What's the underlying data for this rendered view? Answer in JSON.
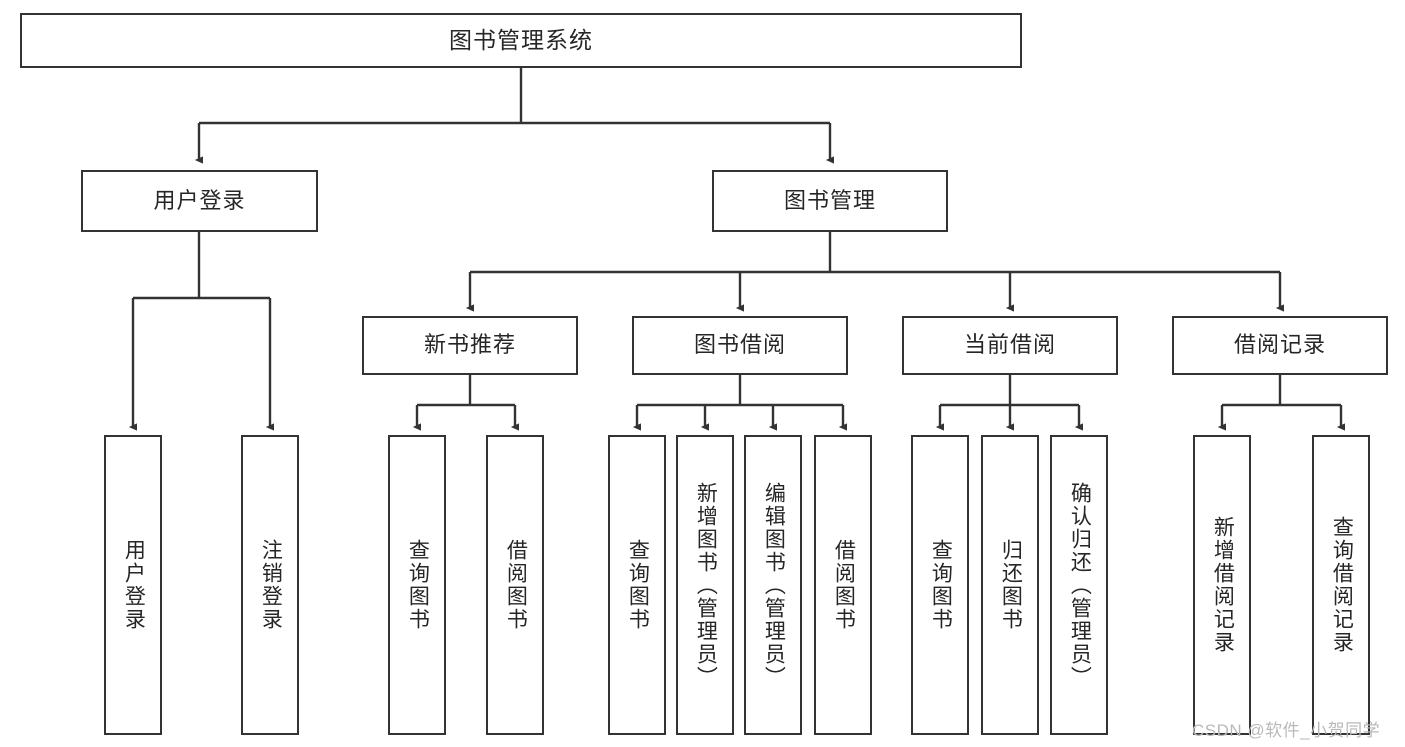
{
  "diagram": {
    "title": "图书管理系统",
    "type": "hierarchy-tree",
    "root": {
      "label": "图书管理系统"
    },
    "level2": [
      {
        "label": "用户登录"
      },
      {
        "label": "图书管理"
      }
    ],
    "level3": [
      {
        "label": "新书推荐"
      },
      {
        "label": "图书借阅"
      },
      {
        "label": "当前借阅"
      },
      {
        "label": "借阅记录"
      }
    ],
    "leaves": {
      "user_login": [
        {
          "label": "用户登录"
        },
        {
          "label": "注销登录"
        }
      ],
      "new_book_recommend": [
        {
          "label": "查询图书"
        },
        {
          "label": "借阅图书"
        }
      ],
      "book_borrow": [
        {
          "label": "查询图书"
        },
        {
          "label": "新增图书（管理员）"
        },
        {
          "label": "编辑图书（管理员）"
        },
        {
          "label": "借阅图书"
        }
      ],
      "current_borrow": [
        {
          "label": "查询图书"
        },
        {
          "label": "归还图书"
        },
        {
          "label": "确认归还（管理员）"
        }
      ],
      "borrow_record": [
        {
          "label": "新增借阅记录"
        },
        {
          "label": "查询借阅记录"
        }
      ]
    }
  },
  "watermark": {
    "text": "CSDN @软件_小贺同学"
  },
  "colors": {
    "border": "#333333",
    "text": "#262626",
    "background": "#ffffff",
    "watermark": "#b9b9b9"
  }
}
